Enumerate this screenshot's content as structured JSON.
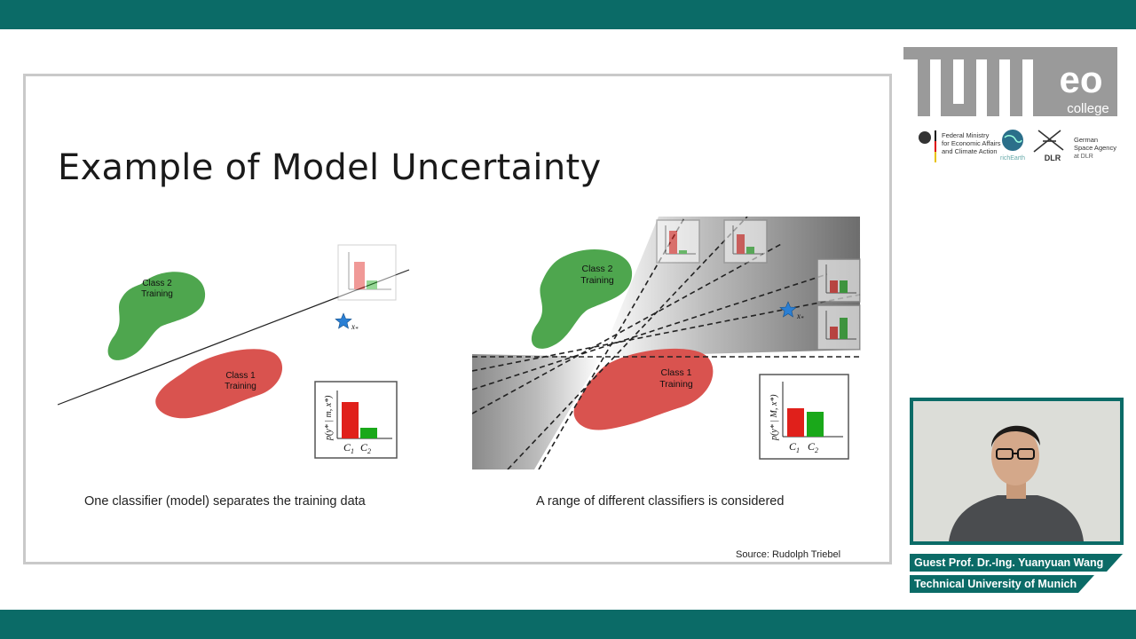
{
  "colors": {
    "brand_teal": "#0b6b67",
    "class2_green": "#4ea64e",
    "class1_red": "#d9534f",
    "bar_red": "#e0201b",
    "bar_green": "#1aa81a"
  },
  "slide": {
    "title": "Example of Model Uncertainty",
    "caption_left": "One classifier (model) separates the training data",
    "caption_right": "A range of different classifiers is considered",
    "source": "Source: Rudolph Triebel",
    "class2_line1": "Class 2",
    "class2_line2": "Training",
    "class1_line1": "Class 1",
    "class1_line2": "Training",
    "test_point_label": "x",
    "test_point_sub": "*",
    "bar_label_c1": "C",
    "bar_label_c1_sub": "1",
    "bar_label_c2": "C",
    "bar_label_c2_sub": "2",
    "ylabel_left": "p(y* | m, x*)",
    "ylabel_right": "p(y* | M, x*)"
  },
  "branding": {
    "logo_main": "TUM",
    "logo_eo": "eo",
    "logo_college": "college",
    "ministry_line1": "Federal Ministry",
    "ministry_line2": "for Economic Affairs",
    "ministry_line3": "and Climate Action",
    "richearth": "richEarth",
    "dlr": "DLR",
    "agency_line1": "German",
    "agency_line2": "Space Agency",
    "agency_line3": "at DLR"
  },
  "speaker": {
    "name": "Guest Prof. Dr.-Ing. Yuanyuan Wang",
    "affiliation": "Technical University of Munich"
  }
}
